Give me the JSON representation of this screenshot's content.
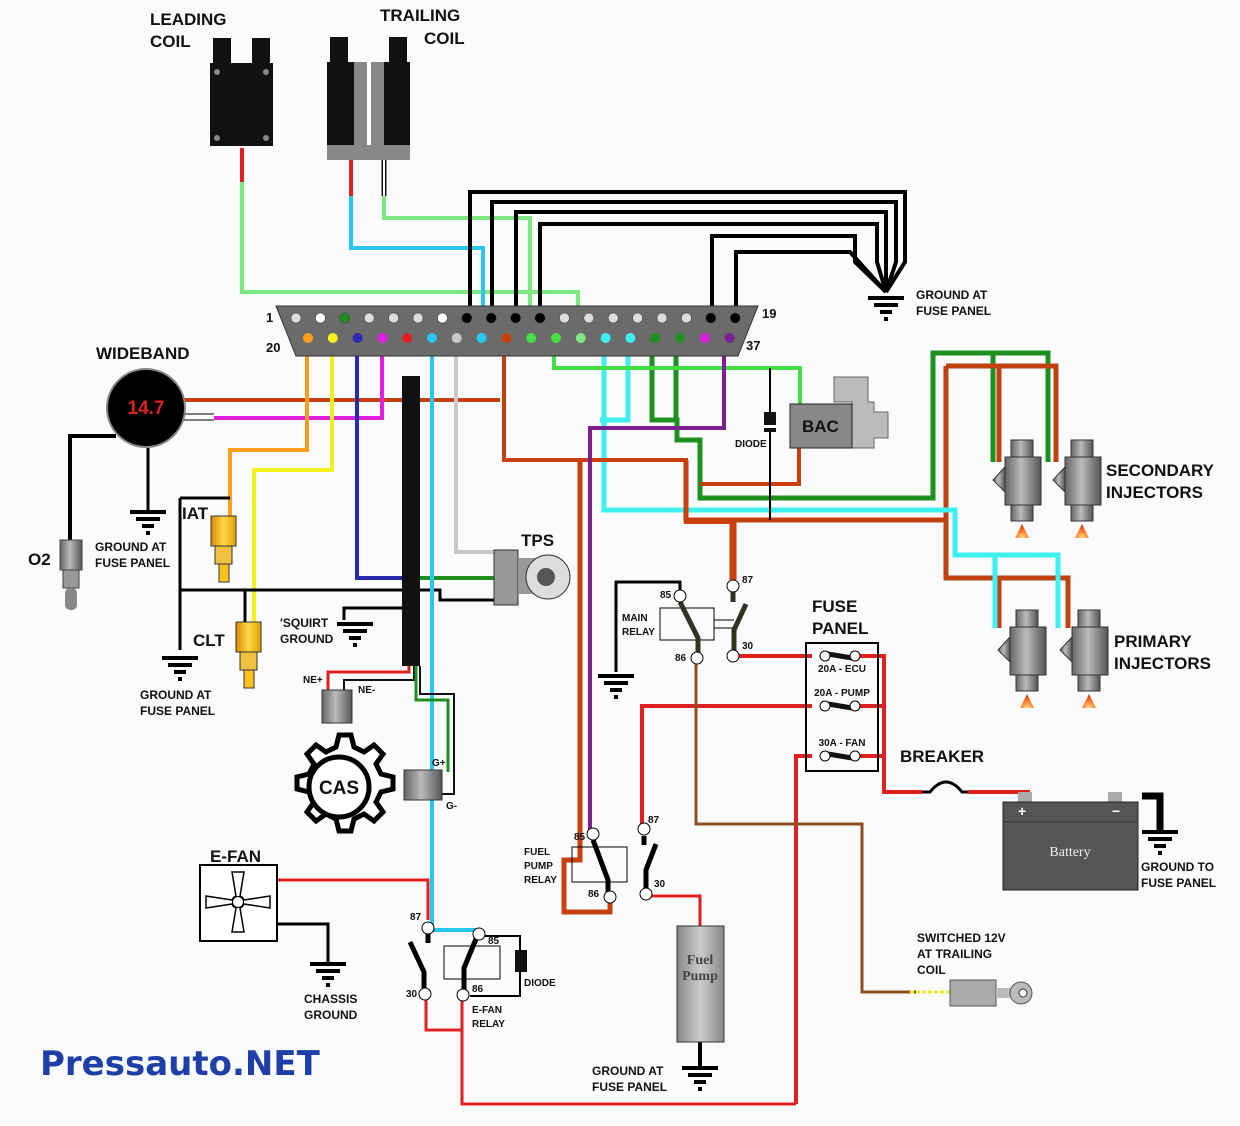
{
  "title": "Dual Coil EFI Wiring Diagram",
  "connector": {
    "pin_first_top": "1",
    "pin_last_top": "19",
    "pin_first_bottom": "20",
    "pin_last_bottom": "37"
  },
  "components": {
    "leading_coil": [
      "LEADING",
      "COIL"
    ],
    "trailing_coil": [
      "TRAILING",
      "COIL"
    ],
    "ground_fuse_panel_top": [
      "GROUND AT",
      "FUSE PANEL"
    ],
    "wideband": "WIDEBAND",
    "wideband_readout": "14.7",
    "o2": "O2",
    "ground_fuse_panel_o2": [
      "GROUND AT",
      "FUSE PANEL"
    ],
    "iat": "IAT",
    "clt": "CLT",
    "ground_fuse_panel_clt": [
      "GROUND AT",
      "FUSE PANEL"
    ],
    "squirt_ground": [
      "'SQUIRT",
      "GROUND"
    ],
    "tps": "TPS",
    "ne_plus": "NE+",
    "ne_minus": "NE-",
    "cas": "CAS",
    "g_plus": "G+",
    "g_minus": "G-",
    "e_fan": "E-FAN",
    "chassis_ground": [
      "CHASSIS",
      "GROUND"
    ],
    "e_fan_relay": [
      "E-FAN",
      "RELAY"
    ],
    "diode": "DIODE",
    "bac": "BAC",
    "main_relay": [
      "MAIN",
      "RELAY"
    ],
    "fuel_pump_relay": [
      "FUEL",
      "PUMP",
      "RELAY"
    ],
    "fuel_pump": [
      "Fuel",
      "Pump"
    ],
    "ground_fuse_panel_pump": [
      "GROUND AT",
      "FUSE PANEL"
    ],
    "fuse_panel": [
      "FUSE",
      "PANEL"
    ],
    "fuses": [
      "20A - ECU",
      "20A - PUMP",
      "30A - FAN"
    ],
    "breaker": "BREAKER",
    "battery": "Battery",
    "ground_to_fuse_panel": [
      "GROUND TO",
      "FUSE PANEL"
    ],
    "switched_12v": [
      "SWITCHED 12V",
      "AT TRAILING",
      "COIL"
    ],
    "secondary_injectors": [
      "SECONDARY",
      "INJECTORS"
    ],
    "primary_injectors": [
      "PRIMARY",
      "INJECTORS"
    ]
  },
  "relay_pins": {
    "p85": "85",
    "p86": "86",
    "p87": "87",
    "p30": "30"
  },
  "watermark": "Pressauto.NET"
}
